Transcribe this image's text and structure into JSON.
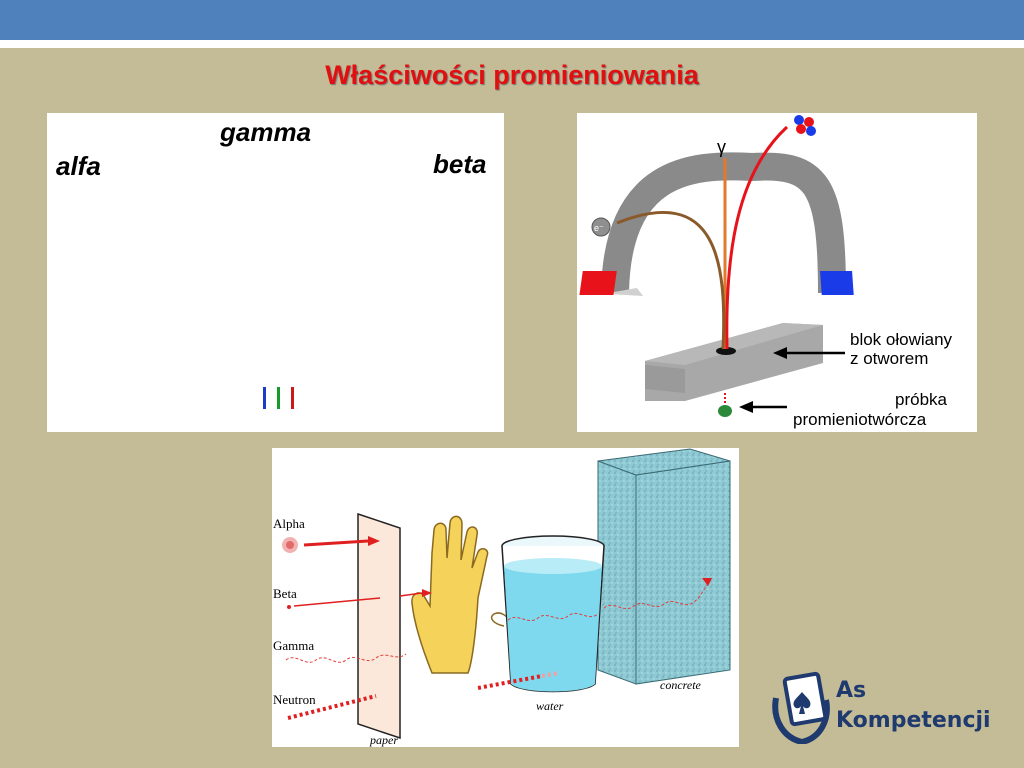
{
  "slide": {
    "title": "Właściwości promieniowania"
  },
  "panel1": {
    "labels": {
      "alfa": "alfa",
      "gamma": "gamma",
      "beta": "beta"
    },
    "stripe_colors": [
      "#1a3cc8",
      "#1a9a2a",
      "#c81a1a"
    ]
  },
  "panel2": {
    "gamma_symbol": "γ",
    "electron_label": "e⁻",
    "alpha_particles": [
      "n",
      "p",
      "p",
      "n"
    ],
    "label_lead_block": [
      "blok ołowiany",
      "z otworem"
    ],
    "label_sample": [
      "próbka",
      "promieniotwórcza"
    ],
    "colors": {
      "north": "#e8121a",
      "south": "#1a3ce8",
      "magnet": "#888888",
      "gamma": "#e07a2e",
      "beta": "#8a5a2a",
      "alpha": "#e8121a"
    }
  },
  "panel3": {
    "alpha": "Alpha",
    "beta": "Beta",
    "gamma": "Gamma",
    "neutron": "Neutron",
    "paper": "paper",
    "water": "water",
    "concrete": "concrete"
  },
  "logo": {
    "line1": "As",
    "line2": "Kompetencji"
  }
}
